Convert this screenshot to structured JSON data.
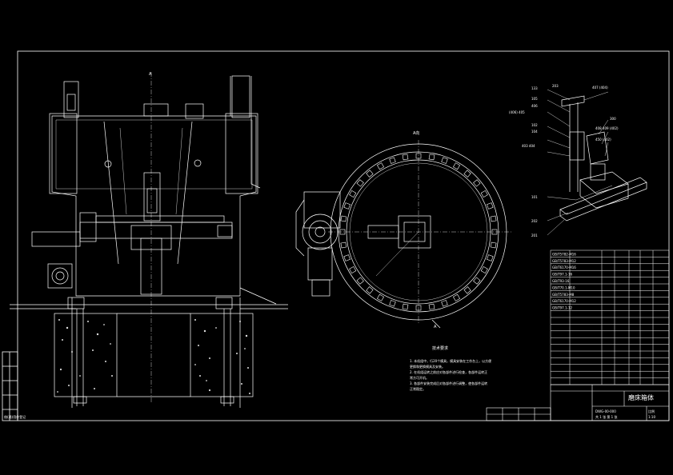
{
  "views": {
    "front_section_label": "A",
    "plan_view_label": "A向",
    "plan_section_mark": "A"
  },
  "tech_requirements": {
    "title": "技术要求",
    "lines": [
      "1. 本机组中，行20个模具，模具安装在工作台上，以方便",
      "   更换和更换模具及安装。",
      "2. 在机组运转之前应对各部件进行检查，各部件运转正",
      "   常方可开机。",
      "3. 各部件安装完成后对各部件进行调整，使各部件运转",
      "   正常稳定。"
    ]
  },
  "isometric_callouts": [
    "133",
    "203",
    "407 (404)",
    "105",
    "406",
    "(406) 405",
    "102",
    "104",
    "300",
    "408 409 (402)",
    "403 404",
    "450 (402)",
    "101",
    "202",
    "201"
  ],
  "bom": {
    "rows": 20,
    "codes": [
      "GB/T5782-M16",
      "GB/T5783-M12",
      "GB/T6170-M16",
      "GB/T97.1-16",
      "GB/T93-16",
      "GB/T70.1-M10",
      "GB/T5783-M8",
      "GB/T6170-M12",
      "GB/T97.1-12"
    ]
  },
  "title_block": {
    "drawing_name": "磨床箱体",
    "drawing_number": "DWG-00-000",
    "scale_label": "比例",
    "scale_value": "1:10",
    "sheet": "共 1 张  第 1 张"
  },
  "left_strip": {
    "label": "借(通)用件登记"
  }
}
